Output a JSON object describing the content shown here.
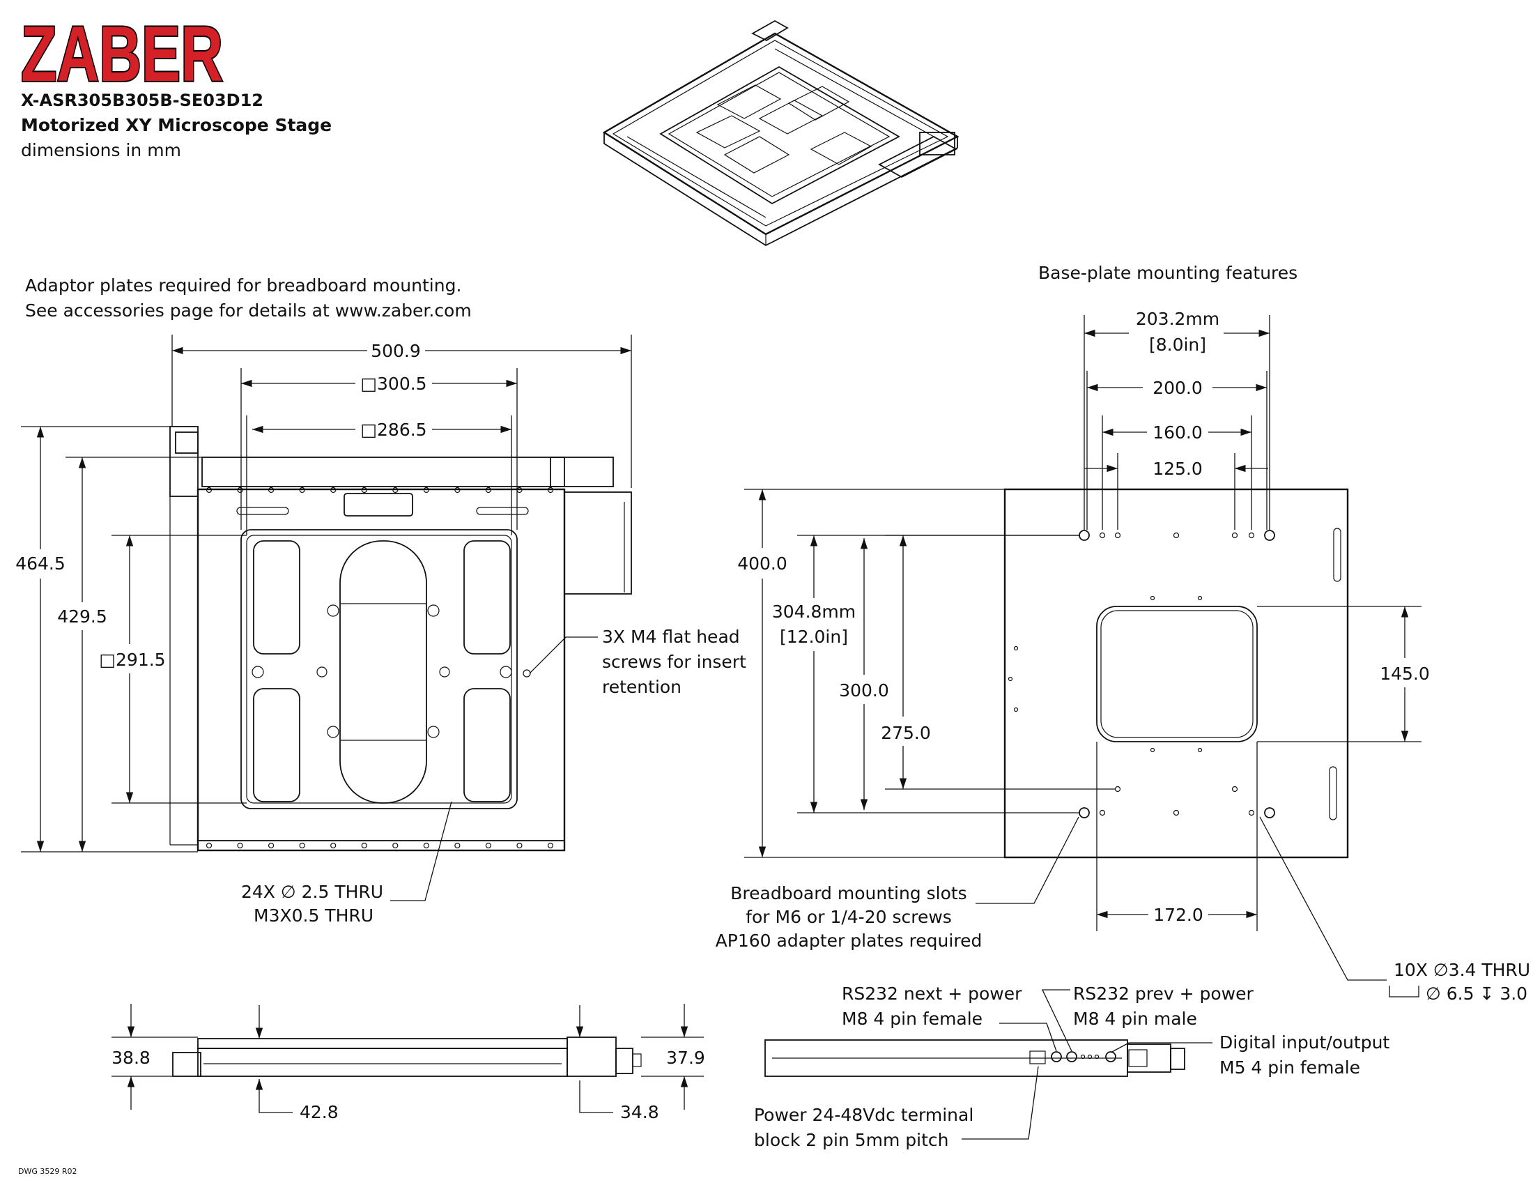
{
  "brand": {
    "logo_text": "ZABER",
    "logo_color": "#d42027"
  },
  "header": {
    "part_number": "X-ASR305B305B-SE03D12",
    "product_name": "Motorized XY Microscope Stage",
    "units_note": "dimensions in mm"
  },
  "notes": {
    "adaptor_line1": "Adaptor plates required for breadboard mounting.",
    "adaptor_line2": "See accessories page for details at www.zaber.com",
    "base_plate_title": "Base-plate mounting features",
    "m4_line1": "3X M4 flat head",
    "m4_line2": "screws for insert",
    "m4_line3": "retention",
    "holes_line1": "24X  ∅ 2.5 THRU",
    "holes_line2": "M3X0.5 THRU",
    "slots_line1": "Breadboard mounting slots",
    "slots_line2": "for M6 or 1/4-20 screws",
    "slots_line3": "AP160 adapter plates required",
    "thru10_line1": "10X  ∅3.4 THRU",
    "thru10_line2": "∅ 6.5  ↧  3.0",
    "rs232_next_line1": "RS232 next + power",
    "rs232_next_line2": "M8 4 pin female",
    "rs232_prev_line1": "RS232 prev + power",
    "rs232_prev_line2": "M8 4 pin male",
    "digital_line1": "Digital input/output",
    "digital_line2": "M5 4 pin female",
    "power_line1": "Power 24-48Vdc terminal",
    "power_line2": "block 2 pin 5mm pitch"
  },
  "dimensions_top_view": {
    "width_overall": "500.9",
    "square_300": "□300.5",
    "square_286": "□286.5",
    "height_overall": "464.5",
    "height_429": "429.5",
    "square_291": "□291.5"
  },
  "dimensions_base_view": {
    "d203_mm": "203.2mm",
    "d203_in": "[8.0in]",
    "d200": "200.0",
    "d160": "160.0",
    "d125": "125.0",
    "d400": "400.0",
    "d304_mm": "304.8mm",
    "d304_in": "[12.0in]",
    "d300": "300.0",
    "d275": "275.0",
    "d145": "145.0",
    "d172": "172.0"
  },
  "dimensions_side_view": {
    "h38_8": "38.8",
    "h37_9": "37.9",
    "h42_8": "42.8",
    "h34_8": "34.8"
  },
  "footer": {
    "drawing_number": "DWG 3529  R02"
  }
}
